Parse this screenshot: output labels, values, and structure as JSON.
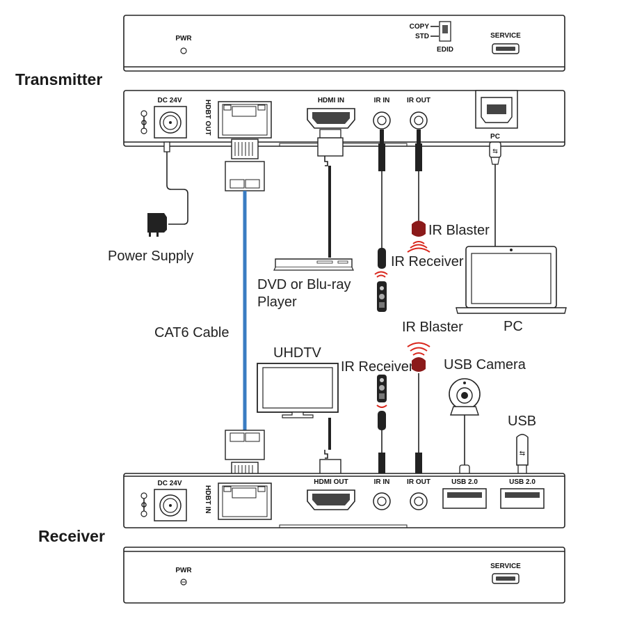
{
  "titles": {
    "transmitter": "Transmitter",
    "receiver": "Receiver"
  },
  "tx_front": {
    "pwr": "PWR",
    "copy": "COPY",
    "std": "STD",
    "edid": "EDID",
    "service": "SERVICE"
  },
  "tx_rear": {
    "dc": "DC 24V",
    "hdbt": "HDBT OUT",
    "hdmi": "HDMI IN",
    "ir_in": "IR IN",
    "ir_out": "IR OUT",
    "pc": "PC"
  },
  "rx_rear": {
    "dc": "DC 24V",
    "hdbt": "HDBT IN",
    "hdmi": "HDMI OUT",
    "ir_in": "IR IN",
    "ir_out": "IR OUT",
    "usb1": "USB 2.0",
    "usb2": "USB 2.0"
  },
  "rx_front": {
    "pwr": "PWR",
    "service": "SERVICE"
  },
  "labels": {
    "power_supply": "Power Supply",
    "cat6": "CAT6 Cable",
    "dvd_line1": "DVD or Blu-ray",
    "dvd_line2": "Player",
    "ir_blaster_top": "IR Blaster",
    "ir_receiver_top": "IR Receiver",
    "pc": "PC",
    "uhdtv": "UHDTV",
    "ir_blaster_bottom": "IR Blaster",
    "ir_receiver_bottom": "IR Receiver",
    "usb_camera": "USB Camera",
    "usb": "USB"
  },
  "colors": {
    "cable": "#3a7cc2",
    "ir_led": "#8b1a1a",
    "ir_wave": "#d9261c"
  }
}
